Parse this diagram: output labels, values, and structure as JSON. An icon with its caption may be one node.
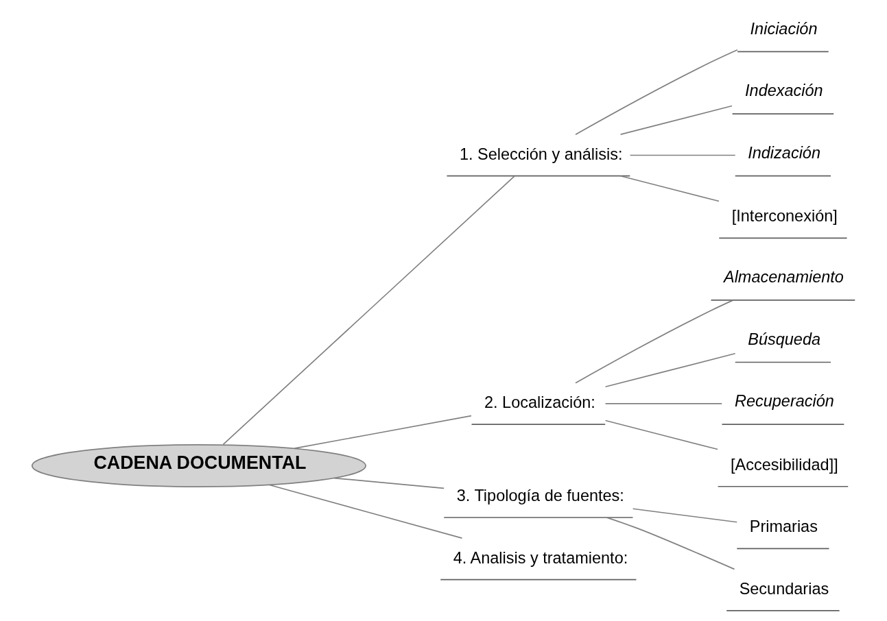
{
  "diagram": {
    "nodes": [
      {
        "text": [
          "CADENA DOCUMENTAL"
        ]
      },
      {
        "text": [
          "1. Selección y análisis:"
        ]
      },
      {
        "text": [
          "Iniciación"
        ]
      },
      {
        "text": [
          "Indexación"
        ]
      },
      {
        "text": [
          "Indización"
        ]
      },
      {
        "text": [
          "[Interconexión]"
        ]
      },
      {
        "text": [
          "2. Localización:"
        ]
      },
      {
        "text": [
          "Almacenamiento"
        ]
      },
      {
        "text": [
          "Búsqueda"
        ]
      },
      {
        "text": [
          "Recuperación"
        ]
      },
      {
        "text": [
          "[Accesibilidad]]"
        ]
      },
      {
        "text": [
          "3. Tipología de fuentes:"
        ]
      },
      {
        "text": [
          "Primarias"
        ]
      },
      {
        "text": [
          "Secundarias"
        ]
      },
      {
        "text": [
          "4. Analisis y tratamiento:"
        ]
      }
    ],
    "edges": [
      {
        "from": 0,
        "to": 1,
        "arrow": "none"
      },
      {
        "from": 1,
        "to": 2,
        "arrow": "none"
      },
      {
        "from": 1,
        "to": 3,
        "arrow": "none"
      },
      {
        "from": 1,
        "to": 4,
        "arrow": "none"
      },
      {
        "from": 1,
        "to": 5,
        "arrow": "none"
      },
      {
        "from": 0,
        "to": 6,
        "arrow": "none"
      },
      {
        "from": 6,
        "to": 7,
        "arrow": "none"
      },
      {
        "from": 6,
        "to": 8,
        "arrow": "none"
      },
      {
        "from": 6,
        "to": 9,
        "arrow": "none"
      },
      {
        "from": 6,
        "to": 10,
        "arrow": "none"
      },
      {
        "from": 0,
        "to": 11,
        "arrow": "none"
      },
      {
        "from": 11,
        "to": 12,
        "arrow": "none"
      },
      {
        "from": 11,
        "to": 13,
        "arrow": "none"
      },
      {
        "from": 0,
        "to": 14,
        "arrow": "none"
      }
    ]
  }
}
